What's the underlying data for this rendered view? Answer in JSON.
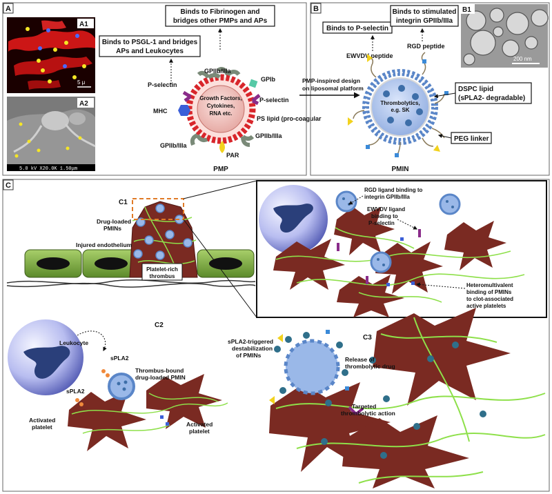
{
  "panels": {
    "a": "A",
    "a1": "A1",
    "a2": "A2",
    "b": "B",
    "b1": "B1",
    "c": "C",
    "c1": "C1",
    "c2": "C2",
    "c3": "C3"
  },
  "a1": {
    "scale": "5 μ"
  },
  "a2": {
    "footer": "5.0 kV  X20.0K  1.50μm"
  },
  "b1": {
    "scale": "200 nm"
  },
  "pmp": {
    "title": "PMP",
    "core": [
      "Growth Factors,",
      "Cytokines,",
      "RNA etc."
    ],
    "box_psgl": [
      "Binds to PSGL-1 and bridges",
      "APs and Leukocytes"
    ],
    "box_fibrinogen": [
      "Binds to Fibrinogen and",
      "bridges other PMPs and APs"
    ],
    "labels": {
      "gp_top": "GPIIb/IIIa",
      "gpib": "GPIb",
      "psel_left": "P-selectin",
      "psel_right": "P-selectin",
      "mhc": "MHC",
      "ps_lipid": "PS lipid (pro-coagular",
      "gp_bottom_right": "GPIIb/IIIa",
      "gp_bottom_left": "GPIIb/IIIa",
      "par": "PAR"
    }
  },
  "arrow_label": [
    "PMP-inspired design",
    "on liposomal platform"
  ],
  "pmin": {
    "title": "PMIN",
    "core": [
      "Thrombolytics,",
      "e.g. SK"
    ],
    "box_pselectin": "Binds to P-selectin",
    "box_gpiib": [
      "Binds to stimulated",
      "integrin GPIIb/IIIa"
    ],
    "ewvdv": "EWVDV peptide",
    "rgd": "RGD peptide",
    "dspc": [
      "DSPC lipid",
      "(sPLA2- degradable)"
    ],
    "peg": "PEG linker"
  },
  "c1": {
    "drug_loaded": [
      "Drug-loaded",
      "PMINs"
    ],
    "injured": "Injured endothelium",
    "thrombus": [
      "Platelet-rich",
      "thrombus"
    ]
  },
  "inset": {
    "rgd_binding": [
      "RGD ligand binding to",
      "integrin GPIIb/IIIa"
    ],
    "ewvdv_binding": [
      "EWVDV ligand",
      "binding to",
      "P-selectin"
    ],
    "hetero": [
      "Heteromultivalent",
      "binding of PMINs",
      "to clot-associated",
      "active platelets"
    ]
  },
  "c2": {
    "leukocyte": "Leukocyte",
    "spla2_a": "sPLA2",
    "spla2_b": "sPLA2",
    "bound": [
      "Thrombus-bound",
      "drug-loaded PMIN"
    ],
    "activated_left": [
      "Activated",
      "platelet"
    ],
    "activated_right": [
      "Activated",
      "platelet"
    ]
  },
  "c3": {
    "triggered": [
      "sPLA2-triggered",
      "destabilization",
      "of PMINs"
    ],
    "release": [
      "Release of",
      "thrombolytic drug"
    ],
    "targeted": [
      "Targeted",
      "thrombolytic action"
    ]
  },
  "colors": {
    "platelet": "#7a2a22",
    "fibrin": "#8ee04a",
    "leukocyte": "#b8bdf0",
    "nucleus": "#2a3f7a",
    "lipid_red": "#d8262b",
    "lipid_blue": "#5a86c8",
    "endothelium": "#7aa83c",
    "core_pink": "#f0b8b4",
    "core_blue": "#9ab8e8"
  }
}
